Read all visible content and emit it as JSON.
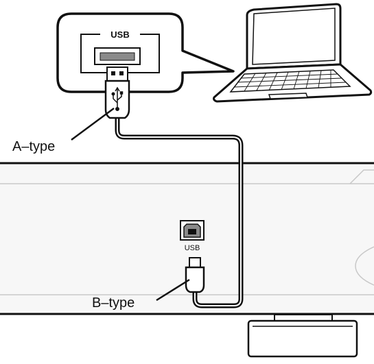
{
  "labels": {
    "usb_port_label": "USB",
    "device_usb_label": "USB",
    "a_type": "A–type",
    "b_type": "B–type"
  },
  "icons": {
    "usb_symbol": "usb-trident-icon",
    "computer": "laptop-icon"
  },
  "colors": {
    "line": "#111111",
    "panel": "#f7f7f7",
    "panel_edge": "#bdbdbd",
    "jack": "#8a8a8a",
    "white": "#ffffff"
  }
}
